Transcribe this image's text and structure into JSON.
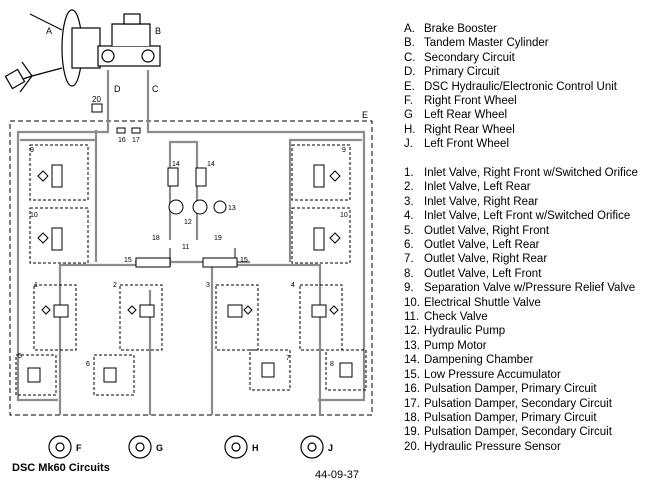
{
  "figure": {
    "title": "DSC Mk60 Circuits",
    "code": "44-09-37"
  },
  "legend_letters": [
    {
      "key": "A.",
      "text": "Brake Booster"
    },
    {
      "key": "B.",
      "text": "Tandem Master Cylinder"
    },
    {
      "key": "C.",
      "text": "Secondary Circuit"
    },
    {
      "key": "D.",
      "text": "Primary Circuit"
    },
    {
      "key": "E.",
      "text": "DSC Hydraulic/Electronic Control Unit"
    },
    {
      "key": "F.",
      "text": "Right Front Wheel"
    },
    {
      "key": "G",
      "text": "Left Rear Wheel"
    },
    {
      "key": "H.",
      "text": "Right Rear Wheel"
    },
    {
      "key": "J.",
      "text": "Left Front Wheel"
    }
  ],
  "legend_numbers": [
    {
      "key": "1.",
      "text": "Inlet Valve, Right Front w/Switched Orifice"
    },
    {
      "key": "2.",
      "text": "Inlet Valve, Left Rear"
    },
    {
      "key": "3.",
      "text": "Inlet Valve, Right Rear"
    },
    {
      "key": "4.",
      "text": "Inlet Valve, Left Front w/Switched Orifice"
    },
    {
      "key": "5.",
      "text": "Outlet Valve, Right Front"
    },
    {
      "key": "6.",
      "text": "Outlet Valve, Left Rear"
    },
    {
      "key": "7.",
      "text": "Outlet Valve, Right Rear"
    },
    {
      "key": "8.",
      "text": "Outlet Valve, Left Front"
    },
    {
      "key": "9.",
      "text": "Separation Valve w/Pressure Relief Valve"
    },
    {
      "key": "10.",
      "text": "Electrical Shuttle Valve"
    },
    {
      "key": "11.",
      "text": "Check Valve"
    },
    {
      "key": "12.",
      "text": "Hydraulic Pump"
    },
    {
      "key": "13.",
      "text": "Pump Motor"
    },
    {
      "key": "14.",
      "text": "Dampening Chamber"
    },
    {
      "key": "15.",
      "text": "Low Pressure Accumulator"
    },
    {
      "key": "16.",
      "text": "Pulsation Damper, Primary Circuit"
    },
    {
      "key": "17.",
      "text": "Pulsation Damper, Secondary Circuit"
    },
    {
      "key": "18.",
      "text": "Pulsation Damper, Primary Circuit"
    },
    {
      "key": "19.",
      "text": "Pulsation Damper, Secondary Circuit"
    },
    {
      "key": "20.",
      "text": "Hydraulic Pressure Sensor"
    }
  ],
  "diagram_labels": {
    "A": "A",
    "B": "B",
    "C": "C",
    "D": "D",
    "E": "E",
    "F": "F",
    "G": "G",
    "H": "H",
    "J": "J",
    "n1": "1",
    "n2": "2",
    "n3": "3",
    "n4": "4",
    "n5": "5",
    "n6": "6",
    "n7": "7",
    "n8": "8",
    "n9l": "9",
    "n9r": "9",
    "n10l": "10",
    "n10r": "10",
    "n11": "11",
    "n12": "12",
    "n13": "13",
    "n14l": "14",
    "n14r": "14",
    "n15l": "15",
    "n15r": "15",
    "n16": "16",
    "n17": "17",
    "n18": "18",
    "n19": "19",
    "n20": "20"
  }
}
